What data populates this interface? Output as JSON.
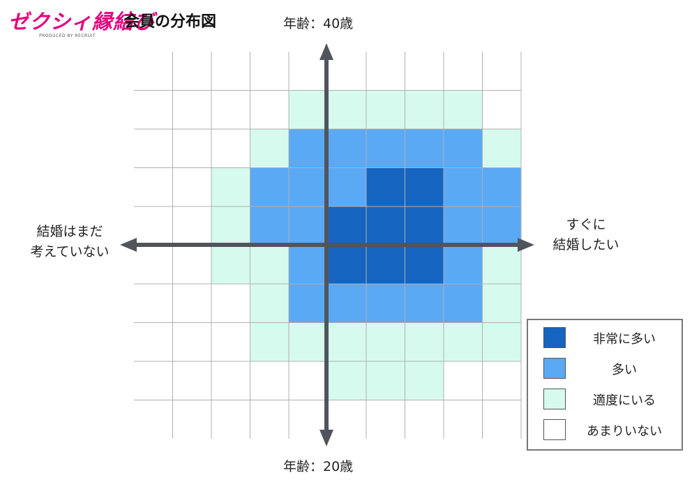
{
  "header": {
    "logo_text": "ゼクシィ縁結び",
    "logo_sub": "PRODUCED BY RECRUIT",
    "title": "会員の分布図"
  },
  "axes": {
    "top": "年齢：40歳",
    "bottom": "年齢：20歳",
    "left_line1": "結婚はまだ",
    "left_line2": "考えていない",
    "right_line1": "すぐに",
    "right_line2": "結婚したい"
  },
  "legend": [
    {
      "label": "非常に多い",
      "level": 3
    },
    {
      "label": "多い",
      "level": 2
    },
    {
      "label": "適度にいる",
      "level": 1
    },
    {
      "label": "あまりいない",
      "level": 0
    }
  ],
  "colors": {
    "level0": "#ffffff",
    "level1": "#d6fbee",
    "level2": "#5aa9f5",
    "level3": "#1565c0",
    "grid": "#b0b0b0",
    "axis": "#50555c",
    "logo": "#e4007f"
  },
  "grid": {
    "rows": 10,
    "cols": 10,
    "levels": [
      [
        0,
        0,
        0,
        0,
        0,
        0,
        0,
        0,
        0,
        0
      ],
      [
        0,
        0,
        0,
        0,
        1,
        1,
        1,
        1,
        1,
        0
      ],
      [
        0,
        0,
        0,
        1,
        2,
        2,
        2,
        2,
        2,
        1
      ],
      [
        0,
        0,
        1,
        2,
        2,
        2,
        3,
        3,
        2,
        2
      ],
      [
        0,
        0,
        1,
        2,
        2,
        3,
        3,
        3,
        2,
        2
      ],
      [
        0,
        0,
        1,
        1,
        2,
        3,
        3,
        3,
        2,
        1
      ],
      [
        0,
        0,
        0,
        1,
        2,
        2,
        2,
        2,
        2,
        1
      ],
      [
        0,
        0,
        0,
        1,
        1,
        1,
        1,
        1,
        1,
        1
      ],
      [
        0,
        0,
        0,
        0,
        0,
        1,
        1,
        1,
        0,
        0
      ],
      [
        0,
        0,
        0,
        0,
        0,
        0,
        0,
        0,
        0,
        0
      ]
    ]
  }
}
